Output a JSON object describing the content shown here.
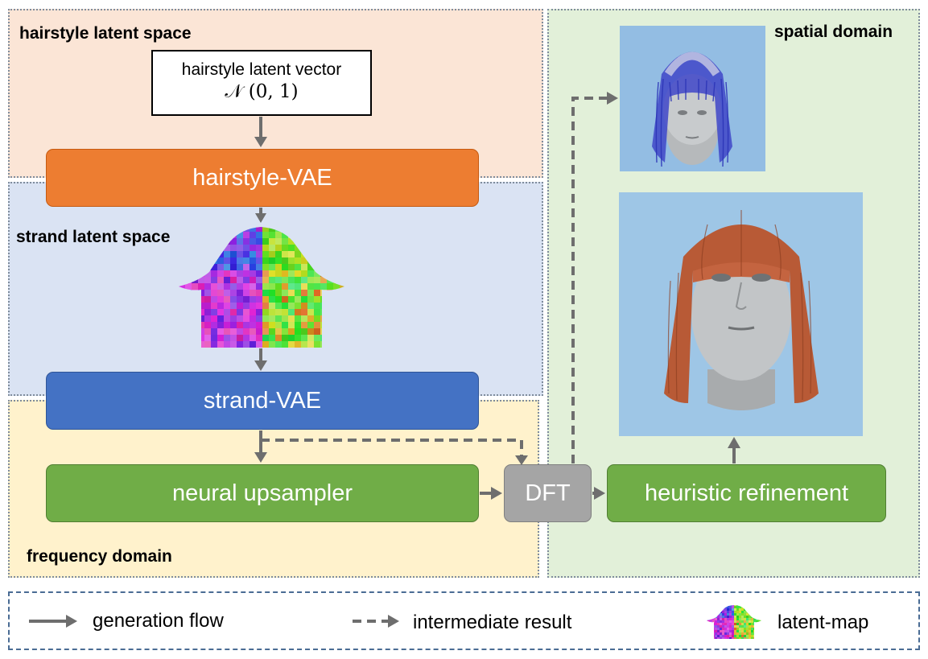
{
  "regions": {
    "hairstyle_latent_space": "hairstyle latent space",
    "strand_latent_space": "strand latent space",
    "frequency_domain": "frequency domain",
    "spatial_domain": "spatial domain"
  },
  "input": {
    "line1": "hairstyle latent vector",
    "line2": "𝒩 (0, 1)"
  },
  "blocks": {
    "hairstyle_vae": "hairstyle-VAE",
    "strand_vae": "strand-VAE",
    "neural_upsampler": "neural upsampler",
    "dft": "DFT",
    "heuristic_refinement": "heuristic refinement"
  },
  "legend": {
    "generation_flow": "generation flow",
    "intermediate_result": "intermediate result",
    "latent_map": "latent-map"
  },
  "colors": {
    "hairstyle_bg": "#fbe5d6",
    "strand_bg": "#dae3f3",
    "frequency_bg": "#fff2cc",
    "spatial_bg": "#e2f0d9",
    "orange": "#ed7d31",
    "blue": "#4472c4",
    "green": "#70ad47",
    "gray": "#a5a5a5",
    "arrow": "#6e6e6e"
  }
}
